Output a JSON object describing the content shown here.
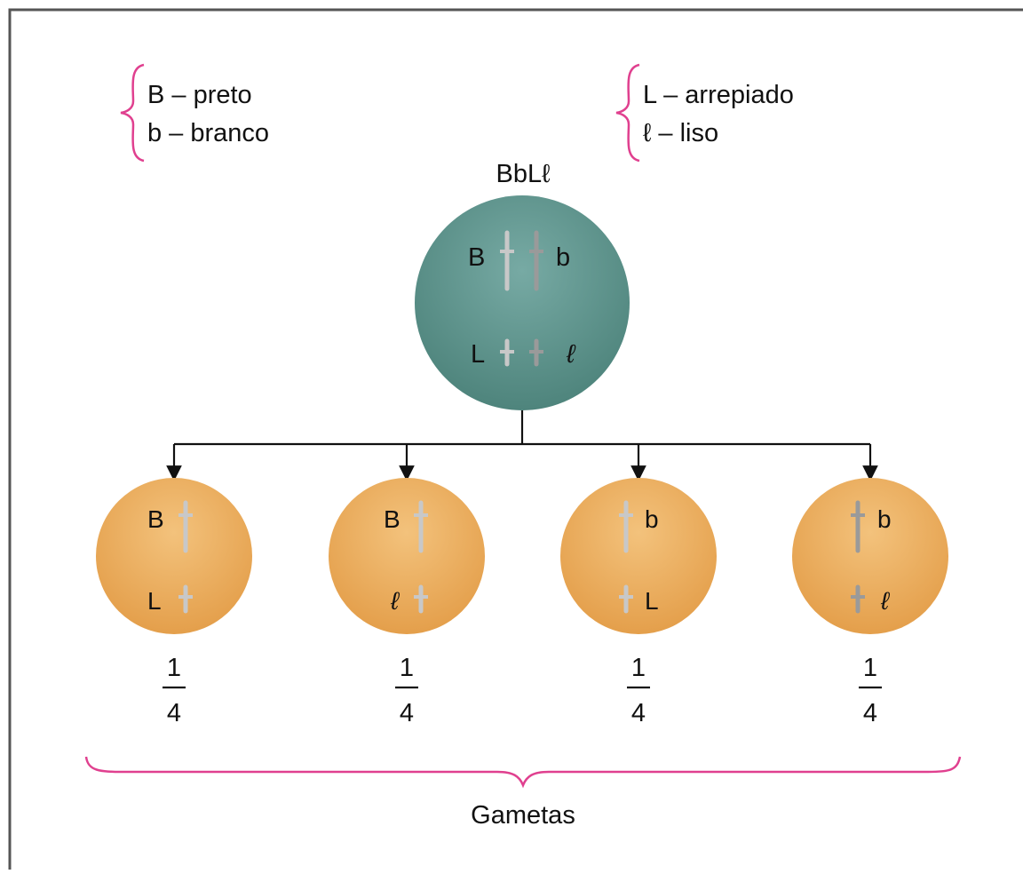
{
  "legend_color": {
    "items": [
      "B – preto",
      "b – branco"
    ]
  },
  "legend_texture": {
    "items": [
      "L – arrepiado",
      "ℓ – liso"
    ]
  },
  "parent": {
    "genotype": "BbLℓ",
    "alleles_top": [
      "B",
      "b"
    ],
    "alleles_bottom": [
      "L",
      "ℓ"
    ]
  },
  "gametes": [
    {
      "top": "B",
      "bottom": "L",
      "probability": {
        "num": "1",
        "den": "4"
      }
    },
    {
      "top": "B",
      "bottom": "ℓ",
      "probability": {
        "num": "1",
        "den": "4"
      }
    },
    {
      "top": "b",
      "bottom": "L",
      "probability": {
        "num": "1",
        "den": "4"
      }
    },
    {
      "top": "b",
      "bottom": "ℓ",
      "probability": {
        "num": "1",
        "den": "4"
      }
    }
  ],
  "caption": "Gametas",
  "colors": {
    "brace": "#e0408f",
    "parent_cell": "#5f958d",
    "gamete_cell": "#e9a756",
    "chromosome_light": "#c8c8c8",
    "chromosome_dark": "#9a9a9a",
    "border": "#555555"
  }
}
